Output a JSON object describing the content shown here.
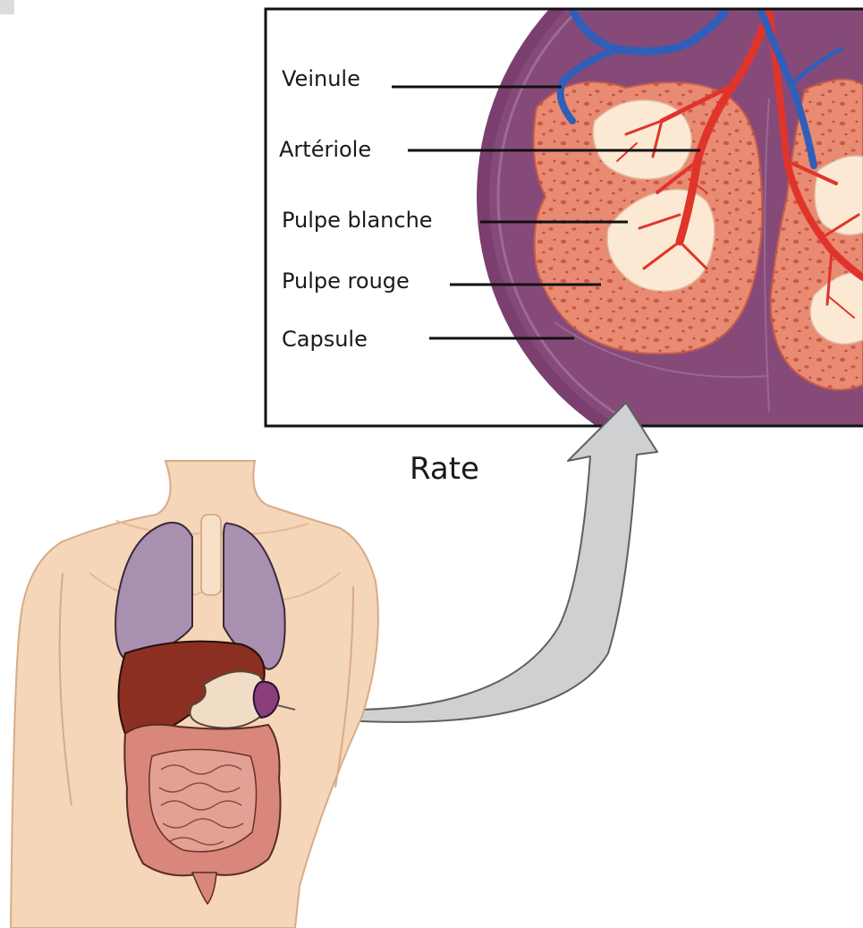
{
  "labels": {
    "veinule": "Veinule",
    "arteriole": "Artériole",
    "pulpe_blanche": "Pulpe blanche",
    "pulpe_rouge": "Pulpe rouge",
    "capsule": "Capsule"
  },
  "organ_title": "Rate",
  "colors": {
    "capsule": "#7a3f6e",
    "red_pulp": "#e98a73",
    "white_pulp": "#fbe9d4",
    "artery": "#e0342b",
    "vein": "#2f5fb8",
    "skin": "#f6d6b8",
    "lung": "#a98fb0",
    "liver": "#8a2f22",
    "intestine": "#d9877a",
    "arrow": "#cfd0d2"
  }
}
